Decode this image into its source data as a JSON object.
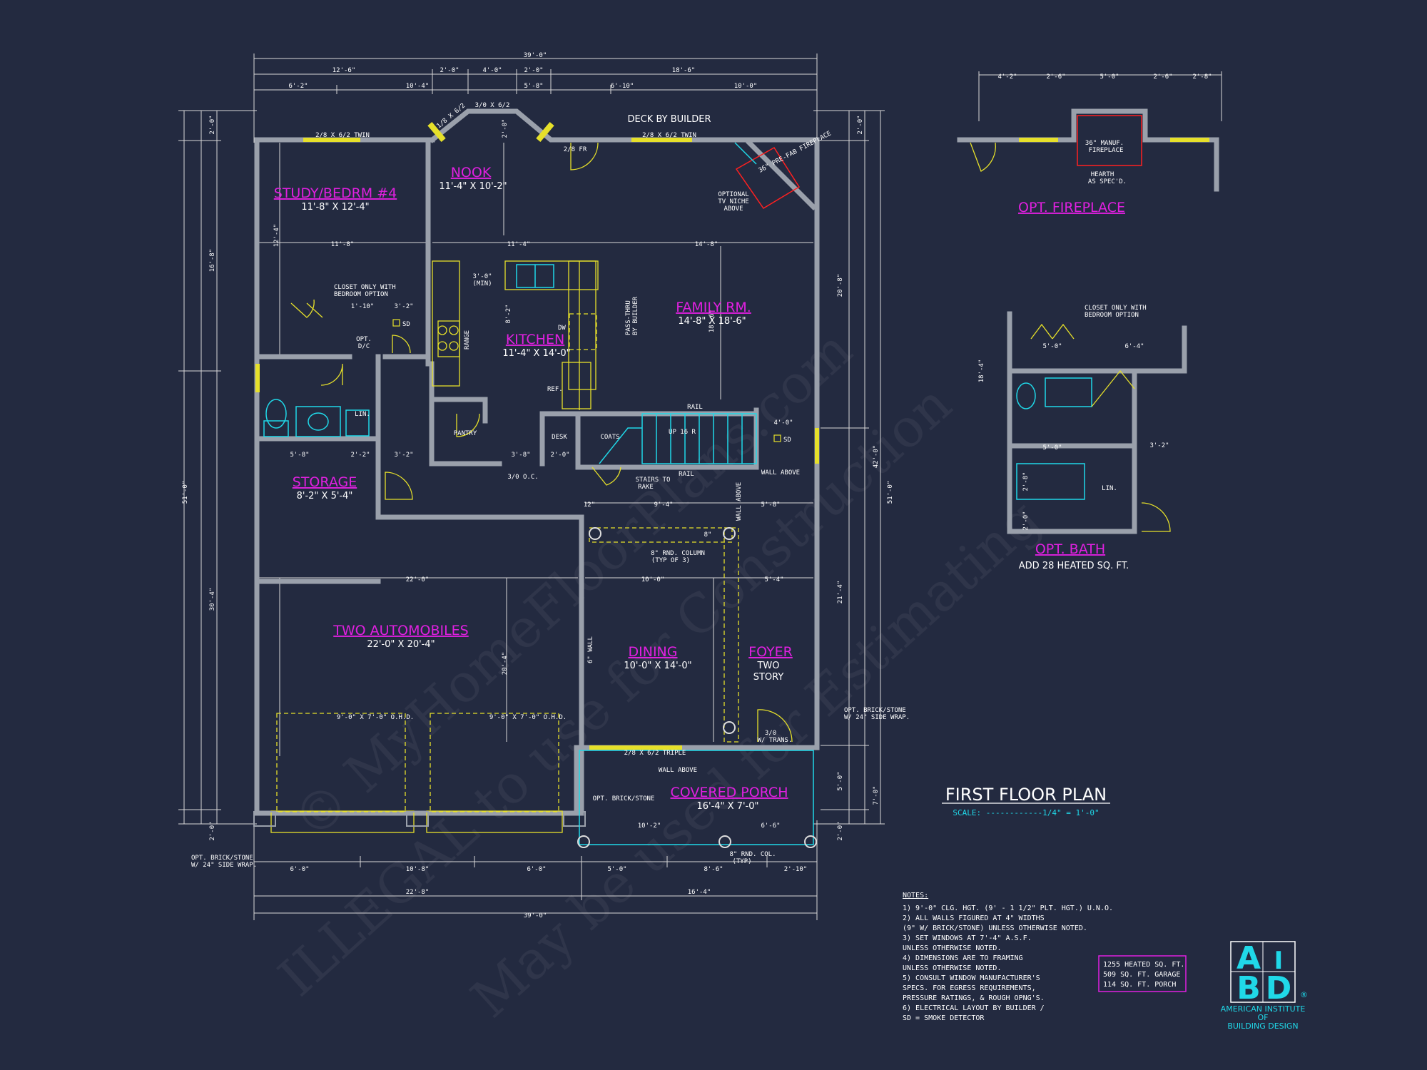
{
  "colors": {
    "background": "#232a40",
    "walls": "#9aa0ab",
    "room_labels": "#e020e0",
    "fixtures": "#e6e02a",
    "plumbing": "#20d8e8",
    "fireplace": "#ff2020"
  },
  "watermark": [
    "© MyHomeFloorPlans.com",
    "ILLEGAL to use for Construction",
    "May be used for Estimating"
  ],
  "rooms": {
    "study": {
      "name": "STUDY/BEDRM #4",
      "size": "11'-8\" X 12'-4\""
    },
    "nook": {
      "name": "NOOK",
      "size": "11'-4\" X 10'-2\""
    },
    "kitchen": {
      "name": "KITCHEN",
      "size": "11'-4\" X 14'-0\""
    },
    "family": {
      "name": "FAMILY RM.",
      "size": "14'-8\" X 18'-6\""
    },
    "storage": {
      "name": "STORAGE",
      "size": "8'-2\" X 5'-4\""
    },
    "garage": {
      "name": "TWO AUTOMOBILES",
      "size": "22'-0\" X 20'-4\""
    },
    "dining": {
      "name": "DINING",
      "size": "10'-0\" X 14'-0\""
    },
    "foyer": {
      "name": "FOYER",
      "size": "TWO",
      "size2": "STORY"
    },
    "porch": {
      "name": "COVERED PORCH",
      "size": "16'-4\" X 7'-0\""
    },
    "opt_fireplace": {
      "name": "OPT. FIREPLACE"
    },
    "opt_bath": {
      "name": "OPT. BATH",
      "size": "ADD 28 HEATED SQ. FT."
    }
  },
  "labels": {
    "deck": "DECK BY BUILDER",
    "win_twin1": "2/8 X 6/2 TWIN",
    "win_twin2": "2/8 X 6/2 TWIN",
    "win_triple": "2/8 X 6/2 TRIPLE",
    "win_bay": "3/0 X 6/2",
    "win_bay_side": "1/8 X 6/2",
    "door_fr": "2/8 FR",
    "fireplace": "36\" PRE-FAB FIREPLACE",
    "tv_niche": [
      "OPTIONAL",
      "TV NICHE",
      "ABOVE"
    ],
    "closet_opt": [
      "CLOSET ONLY WITH",
      "BEDROOM OPTION"
    ],
    "sd": "SD",
    "opt_dc": [
      "OPT.",
      "D/C"
    ],
    "range": "RANGE",
    "dw": "DW",
    "ref": "REF.",
    "pantry": "PANTRY",
    "desk": "DESK",
    "coats": "COATS",
    "pass_thru": [
      "PASS-THRU",
      "BY BUILDER"
    ],
    "rail": "RAIL",
    "up": "UP 16 R",
    "stairs_rake": [
      "STAIRS TO",
      "RAKE"
    ],
    "wall_above": "WALL ABOVE",
    "column": [
      "8\" RND. COLUMN",
      "(TYP OF 3)"
    ],
    "col_typ": [
      "8\" RND. COL.",
      "(TYP)"
    ],
    "ohd1": "9'-0\" X 7'-0\" O.H.D.",
    "ohd2": "9'-0\" X 7'-0\" O.H.D.",
    "opt_brick": "OPT. BRICK/STONE",
    "opt_brick_wrap": [
      "OPT. BRICK/STONE",
      "W/ 24\" SIDE WRAP."
    ],
    "opt_brick_wrap2": [
      "OPT. BRICK/STONE",
      "W/ 24\" SIDE WRAP."
    ],
    "min": "(MIN)",
    "lin": "LIN.",
    "oc": "3/0 O.C.",
    "trans": [
      "3/0",
      "W/ TRANS."
    ],
    "wall_6": "6\" WALL",
    "manuf_fp": [
      "36\" MANUF.",
      "FIREPLACE"
    ],
    "hearth": [
      "HEARTH",
      "AS SPEC'D."
    ]
  },
  "dims": {
    "top_overall": "39'-0\"",
    "top1": [
      "12'-6\"",
      "2'-0\"",
      "4'-0\"",
      "2'-0\"",
      "18'-6\""
    ],
    "top2": [
      "6'-2\"",
      "10'-4\"",
      "5'-8\"",
      "6'-10\"",
      "10'-0\""
    ],
    "bottom1": [
      "6'-0\"",
      "10'-8\"",
      "6'-0\"",
      "5'-0\"",
      "8'-6\"",
      "2'-10\""
    ],
    "bottom2": [
      "22'-8\"",
      "16'-4\""
    ],
    "bottom_overall": "39'-0\"",
    "left_overall": "51'-0\"",
    "left1": [
      "2'-0\"",
      "16'-8\"",
      "30'-4\"",
      "2'-0\""
    ],
    "right_overall": "51'-0\"",
    "right1": [
      "2'-0\"",
      "20'-8\"",
      "42'-0\"",
      "21'-4\"",
      "5'-0\"",
      "7'-0\"",
      "2'-0\""
    ],
    "fp_top": [
      "4'-2\"",
      "2'-6\"",
      "5'-0\"",
      "2'-6\"",
      "2'-8\""
    ],
    "interior": [
      "11'-8\"",
      "11'-4\"",
      "14'-8\"",
      "3'-0\"",
      "1'-10\"",
      "3'-2\"",
      "5'-8\"",
      "2'-2\"",
      "3'-2\"",
      "3'-8\"",
      "2'-0\"",
      "4'-0\"",
      "9'-4\"",
      "5'-8\"",
      "22'-0\"",
      "10'-0\"",
      "5'-4\"",
      "20'-4\"",
      "10'-2\"",
      "6'-6\"",
      "8'-2\"",
      "18'-6\"",
      "2'-0\"",
      "12'-4\"",
      "8\"",
      "12\""
    ],
    "bath": [
      "5'-0\"",
      "6'-4\"",
      "5'-0\"",
      "3'-2\"",
      "18'-4\"",
      "2'-8\"",
      "2'-0\""
    ]
  },
  "drawing_title": "FIRST FLOOR PLAN",
  "scale": "SCALE: ------------1/4\" = 1'-0\"",
  "notes_title": "NOTES:",
  "notes": [
    "1)  9'-0\" CLG. HGT. (9' - 1 1/2\" PLT. HGT.) U.N.O.",
    "2)  ALL WALLS FIGURED AT 4\" WIDTHS",
    "     (9\" W/ BRICK/STONE) UNLESS OTHERWISE NOTED.",
    "3)  SET WINDOWS AT 7'-4\" A.S.F.",
    "     UNLESS OTHERWISE NOTED.",
    "4)  DIMENSIONS ARE TO FRAMING",
    "     UNLESS OTHERWISE NOTED.",
    "5)  CONSULT WINDOW MANUFACTURER'S",
    "     SPECS. FOR EGRESS REQUIREMENTS,",
    "     PRESSURE RATINGS, & ROUGH OPNG'S.",
    "6)  ELECTRICAL LAYOUT BY BUILDER /",
    "     SD = SMOKE DETECTOR"
  ],
  "area": [
    "1255 HEATED SQ. FT.",
    "509 SQ. FT. GARAGE",
    "114 SQ. FT. PORCH"
  ],
  "logo": {
    "letters": [
      "A",
      "I",
      "B",
      "D"
    ],
    "org": [
      "AMERICAN INSTITUTE",
      "OF",
      "BUILDING DESIGN"
    ],
    "reg": "®"
  }
}
